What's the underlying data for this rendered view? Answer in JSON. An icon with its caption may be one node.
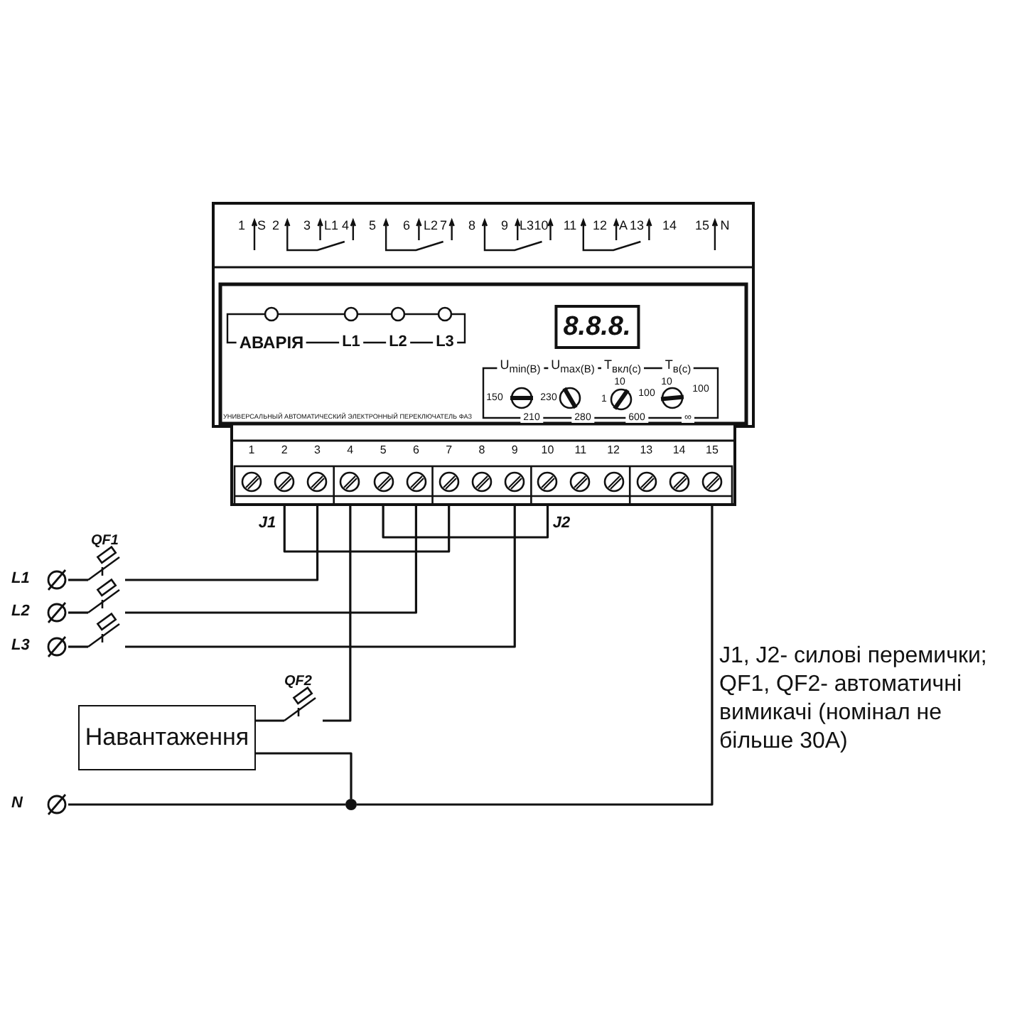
{
  "diagram": {
    "nodes": [
      {
        "text": [],
        "shape": "box"
      },
      {
        "text": [
          "1"
        ],
        "in": 0
      },
      {
        "text": [
          "2"
        ],
        "in": 0
      },
      {
        "text": [
          "3"
        ],
        "in": 0
      },
      {
        "text": [
          "4"
        ],
        "in": 0
      },
      {
        "text": [
          "5"
        ],
        "in": 0
      },
      {
        "text": [
          "6"
        ],
        "in": 0
      },
      {
        "text": [
          "7"
        ],
        "in": 0
      },
      {
        "text": [
          "8"
        ],
        "in": 0
      },
      {
        "text": [
          "9"
        ],
        "in": 0
      },
      {
        "text": [
          "10"
        ],
        "in": 0
      },
      {
        "text": [
          "11"
        ],
        "in": 0
      },
      {
        "text": [
          "12"
        ],
        "in": 0
      },
      {
        "text": [
          "13"
        ],
        "in": 0
      },
      {
        "text": [
          "14"
        ],
        "in": 0
      },
      {
        "text": [
          "15"
        ],
        "in": 0
      },
      {
        "text": [
          "L1"
        ]
      },
      {
        "text": [
          "L2"
        ]
      },
      {
        "text": [
          "L3"
        ]
      },
      {
        "text": [
          "N"
        ]
      },
      {
        "text": [],
        "shape": "switch",
        "beside": [
          "QF1"
        ]
      },
      {
        "text": [],
        "shape": "switch"
      },
      {
        "text": [],
        "shape": "switch"
      },
      {
        "text": [],
        "shape": "switch",
        "beside": [
          "QF2"
        ]
      },
      {
        "text": [
          "Навантаження"
        ]
      },
      {
        "text": [],
        "shape": "circle"
      }
    ],
    "edges": [
      {
        "from": 16,
        "to": 20,
        "arrow": "none"
      },
      {
        "from": 20,
        "to": 3,
        "arrow": "none"
      },
      {
        "from": 17,
        "to": 21,
        "arrow": "none"
      },
      {
        "from": 21,
        "to": 6,
        "arrow": "none"
      },
      {
        "from": 18,
        "to": 22,
        "arrow": "none"
      },
      {
        "from": 22,
        "to": 9,
        "arrow": "none"
      },
      {
        "from": 4,
        "to": 23,
        "arrow": "none"
      },
      {
        "from": 23,
        "to": 24,
        "arrow": "none"
      },
      {
        "from": 24,
        "to": 25,
        "arrow": "none"
      },
      {
        "from": 19,
        "to": 25,
        "arrow": "none"
      },
      {
        "from": 25,
        "to": 15,
        "arrow": "none"
      },
      {
        "from": 2,
        "to": 7,
        "arrow": "none",
        "label": "J1"
      },
      {
        "from": 5,
        "to": 10,
        "arrow": "none",
        "label": "J2"
      }
    ],
    "labels": [
      "1",
      "S",
      "2",
      "3",
      "L1",
      "4",
      "5",
      "6",
      "L2",
      "7",
      "8",
      "9",
      "L3",
      "10",
      "11",
      "12",
      "A",
      "13",
      "14",
      "15",
      "N",
      "АВАРІЯ",
      "L1",
      "L2",
      "L3",
      "8.8.8.",
      "U$_{min(В)}$",
      "U$_{max(В)}$",
      "T$_{вкл(с)}$",
      "T$_{в(с)}$",
      "10",
      "10",
      "100",
      "150",
      "230",
      "1",
      "100",
      "УНИВЕРСАЛЬНЫЙ АВТОМАТИЧЕСКИЙ ЭЛЕКТРОННЫЙ ПЕРЕКЛЮЧАТЕЛЬ ФАЗ",
      "210",
      "280",
      "600",
      "∞",
      "J1, J2- силові перемички; QF1, QF2- автоматичні вимикачі (номінал не більше 30А)"
    ]
  }
}
